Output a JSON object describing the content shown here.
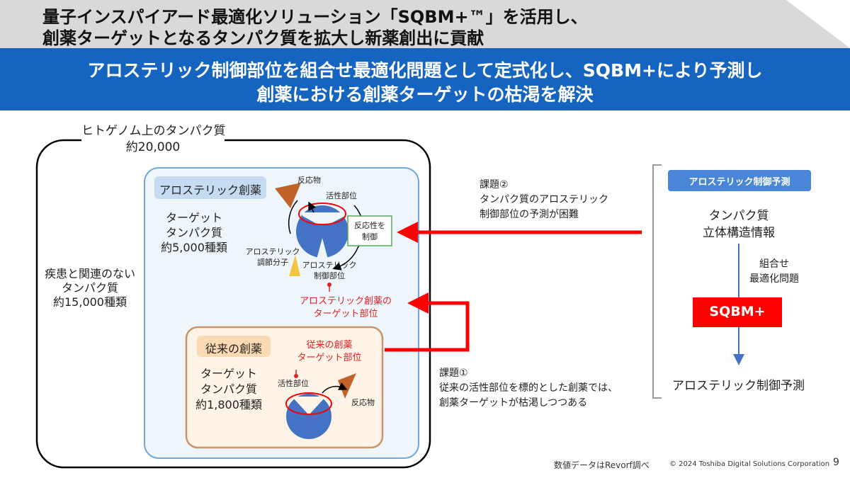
{
  "header": {
    "title_line1": "量子インスパイアード最適化ソリューション「SQBM+™」を活用し、",
    "title_line2": "創薬ターゲットとなるタンパク質を拡大し新薬創出に貢献",
    "subtitle_line1": "アロステリック制御部位を組合せ最適化問題として定式化し、SQBM+により予測し",
    "subtitle_line2": "創薬における創薬ターゲットの枯渇を解決"
  },
  "genome": {
    "label_line1": "ヒトゲノム上のタンパク質",
    "label_line2": "約20,000"
  },
  "unrelated": {
    "line1": "疾患と関連のない",
    "line2": "タンパク質",
    "line3": "約15,000種類"
  },
  "allosteric": {
    "badge": "アロステリック創薬",
    "target_line1": "ターゲット",
    "target_line2": "タンパク質",
    "target_line3": "約5,000種類",
    "reactant": "反応物",
    "active_site": "活性部位",
    "reactivity_line1": "反応性を",
    "reactivity_line2": "制御",
    "modulator_line1": "アロステリック",
    "modulator_line2": "調節分子",
    "control_line1": "アロステリック",
    "control_line2": "制御部位",
    "target_site_line1": "アロステリック創薬の",
    "target_site_line2": "ターゲット部位"
  },
  "conventional": {
    "badge": "従来の創薬",
    "target_line1": "ターゲット",
    "target_line2": "タンパク質",
    "target_line3": "約1,800種類",
    "site_line1": "従来の創薬",
    "site_line2": "ターゲット部位",
    "active_site": "活性部位",
    "reactant": "反応物"
  },
  "issue2": {
    "line1": "課題②",
    "line2": "タンパク質のアロステリック",
    "line3": "制御部位の予測が困難"
  },
  "issue1": {
    "line1": "課題①",
    "line2": "従来の活性部位を標的とした創薬では、",
    "line3": "創薬ターゲットが枯渇しつつある"
  },
  "prediction": {
    "badge": "アロステリック制御予測",
    "input_line1": "タンパク質",
    "input_line2": "立体構造情報",
    "problem_line1": "組合せ",
    "problem_line2": "最適化問題",
    "engine": "SQBM+",
    "output": "アロステリック制御予測"
  },
  "footer": {
    "note": "数値データはRevorf調べ",
    "copyright": "© 2024 Toshiba Digital Solutions Corporation",
    "page": "9"
  },
  "colors": {
    "title_bg": "#d9d9d9",
    "subtitle_bg": "#1565c0",
    "red": "#ff0000",
    "blue_protein": "#4472c4",
    "orange": "#c0504d",
    "allosteric_box_bg": "#eef5fb",
    "allosteric_box_border": "#6fa8dc",
    "conventional_box_bg": "#fdf3e7",
    "conventional_box_border": "#c8956a",
    "badge_blue": "#4a86d8"
  }
}
